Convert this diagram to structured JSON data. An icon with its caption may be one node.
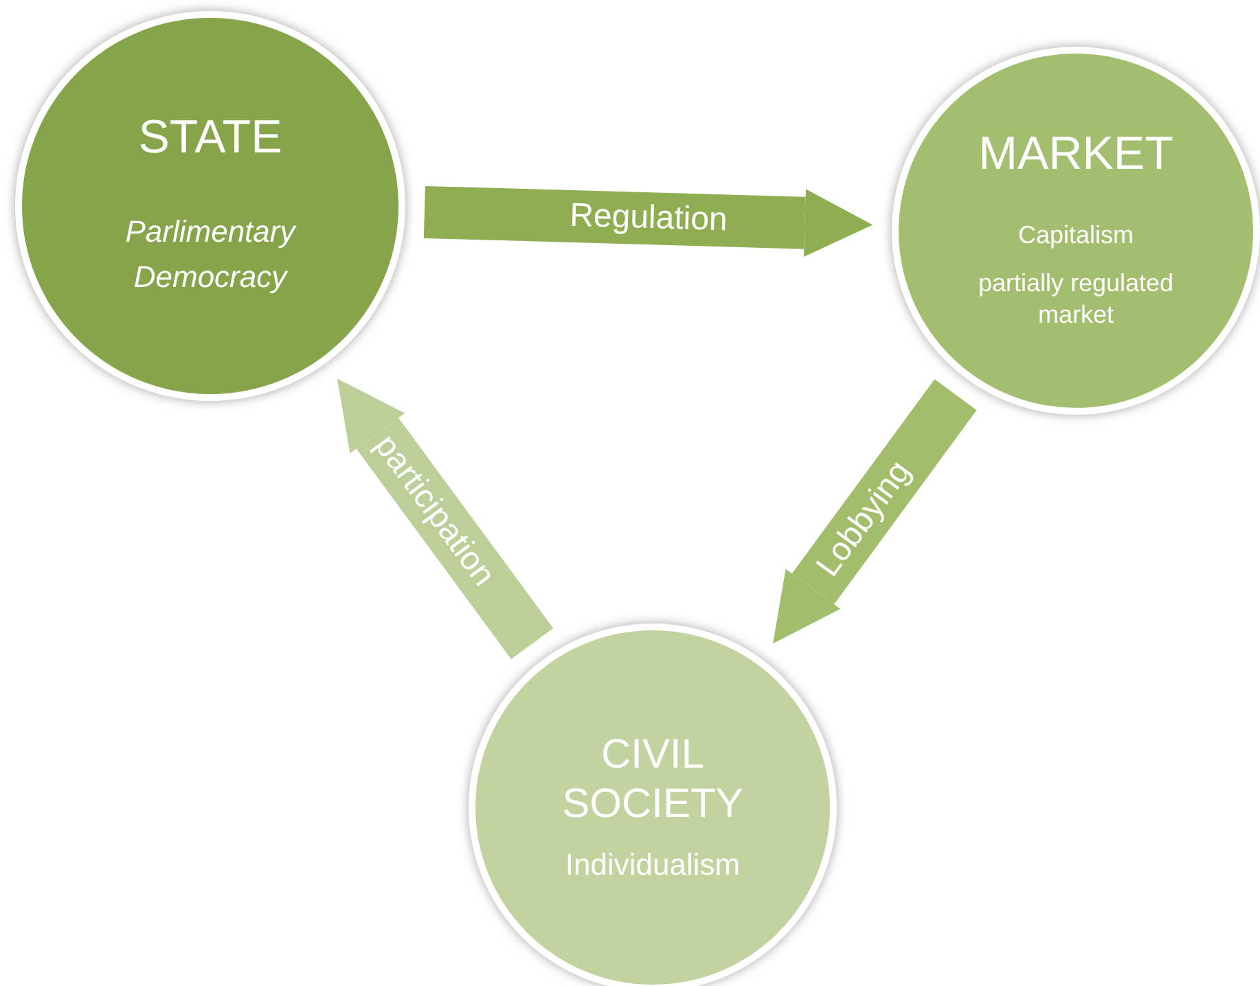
{
  "diagram": {
    "nodes": [
      {
        "text": [
          "STATE",
          "Parlimentary Democracy"
        ]
      },
      {
        "text": [
          "MARKET",
          "Capitalism",
          "partially regulated market"
        ]
      },
      {
        "text": [
          "CIVIL SOCIETY",
          "Individualism"
        ]
      }
    ],
    "edges": [
      {
        "from": 0,
        "to": 1,
        "arrow": "to",
        "label": "Regulation",
        "color": "#8fae52"
      },
      {
        "from": 1,
        "to": 2,
        "arrow": "to",
        "label": "Lobbying",
        "color": "#a2bd6b"
      },
      {
        "from": 2,
        "to": 0,
        "arrow": "to",
        "label": "participation",
        "color": "#bccf98"
      }
    ]
  }
}
